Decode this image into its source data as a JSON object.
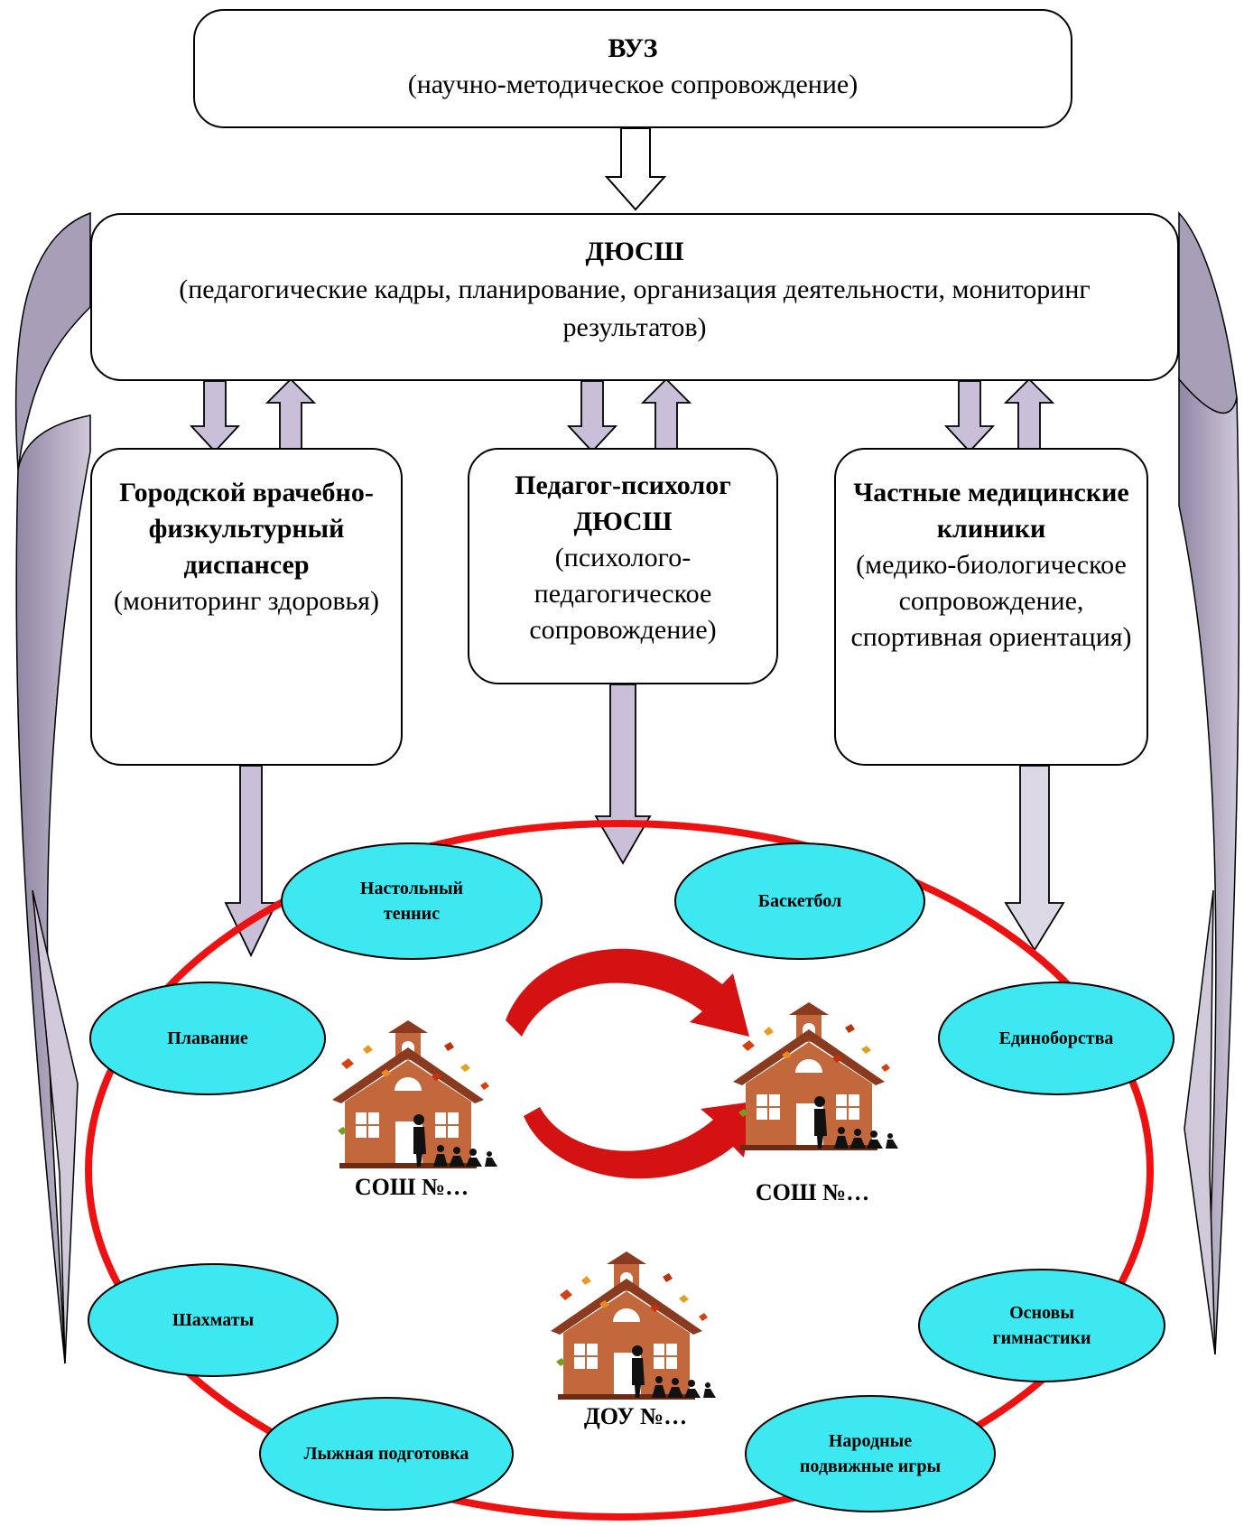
{
  "top_box": {
    "title": "ВУЗ",
    "subtitle": "(научно-методическое сопровождение)"
  },
  "center_box": {
    "title": "ДЮСШ",
    "subtitle": "(педагогические кадры, планирование, организация деятельности, мониторинг результатов)"
  },
  "partners": [
    {
      "title": "Городской врачебно-физкультурный диспансер",
      "subtitle": "(мониторинг здоровья)"
    },
    {
      "title": "Педагог-психолог ДЮСШ",
      "subtitle": "(психолого-педагогическое сопровождение)"
    },
    {
      "title": "Частные медицинские клиники",
      "subtitle": "(медико-биологическое сопровождение, спортивная ориентация)"
    }
  ],
  "sports": [
    "Настольный теннис",
    "Баскетбол",
    "Плавание",
    "Единоборства",
    "Шахматы",
    "Основы гимнастики",
    "Лыжная подготовка",
    "Народные подвижные игры"
  ],
  "schools": {
    "left": "СОШ №…",
    "right": "СОШ №…",
    "bottom": "ДОУ №…"
  },
  "colors": {
    "ring": "#ee1111",
    "ellipse_fill": "#3ee8f0",
    "arrow_fill": "#c9bfd9",
    "side_arc": "#a79fb8",
    "house_wall": "#c2683c",
    "house_roof": "#8a3a1e"
  },
  "icons": [
    "school-house-icon",
    "cycle-arrows-icon"
  ]
}
